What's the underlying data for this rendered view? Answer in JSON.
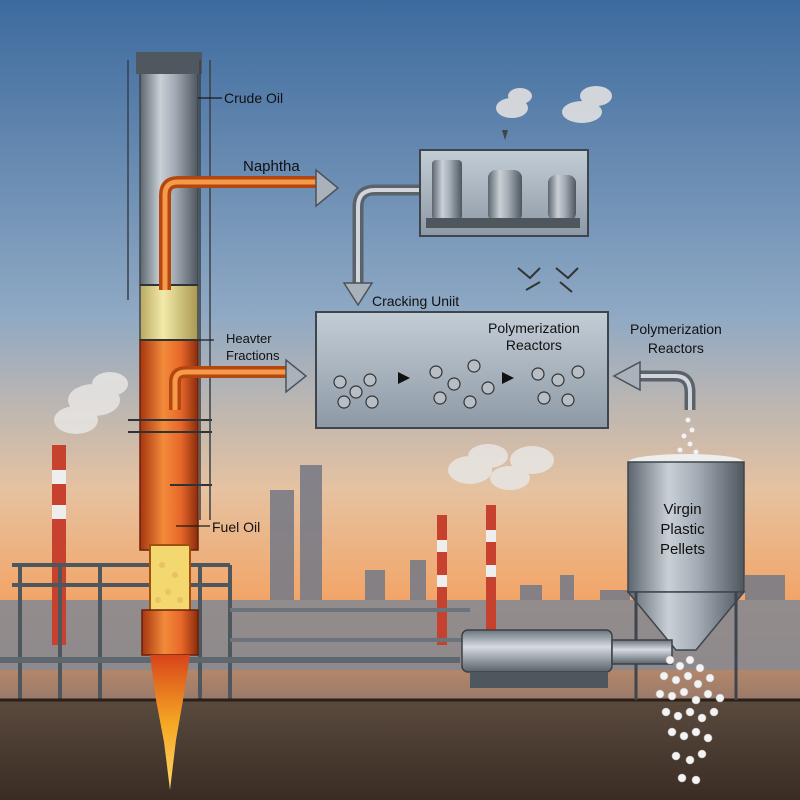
{
  "labels": {
    "crude_oil": "Crude Oil",
    "naphtha": "Naphtha",
    "cracking_unit": "Cracking Uniit",
    "heavier_fractions": "Heavter\nFractions",
    "polymerization_reactors_box": "Polymerization\nReactors",
    "polymerization_reactors_outside": "Polymerization\nReactors",
    "fuel_oil": "Fuel Oil",
    "virgin_plastic_pellets": "Virgin\nPlastic\nPellets"
  },
  "colors": {
    "sky_top": "#3d6a9e",
    "sky_bottom": "#f2b27a",
    "steel": "#9aa4ae",
    "hot_pipe": "#e8682a",
    "flame": "#f5a623",
    "ground": "#4a3a30"
  }
}
